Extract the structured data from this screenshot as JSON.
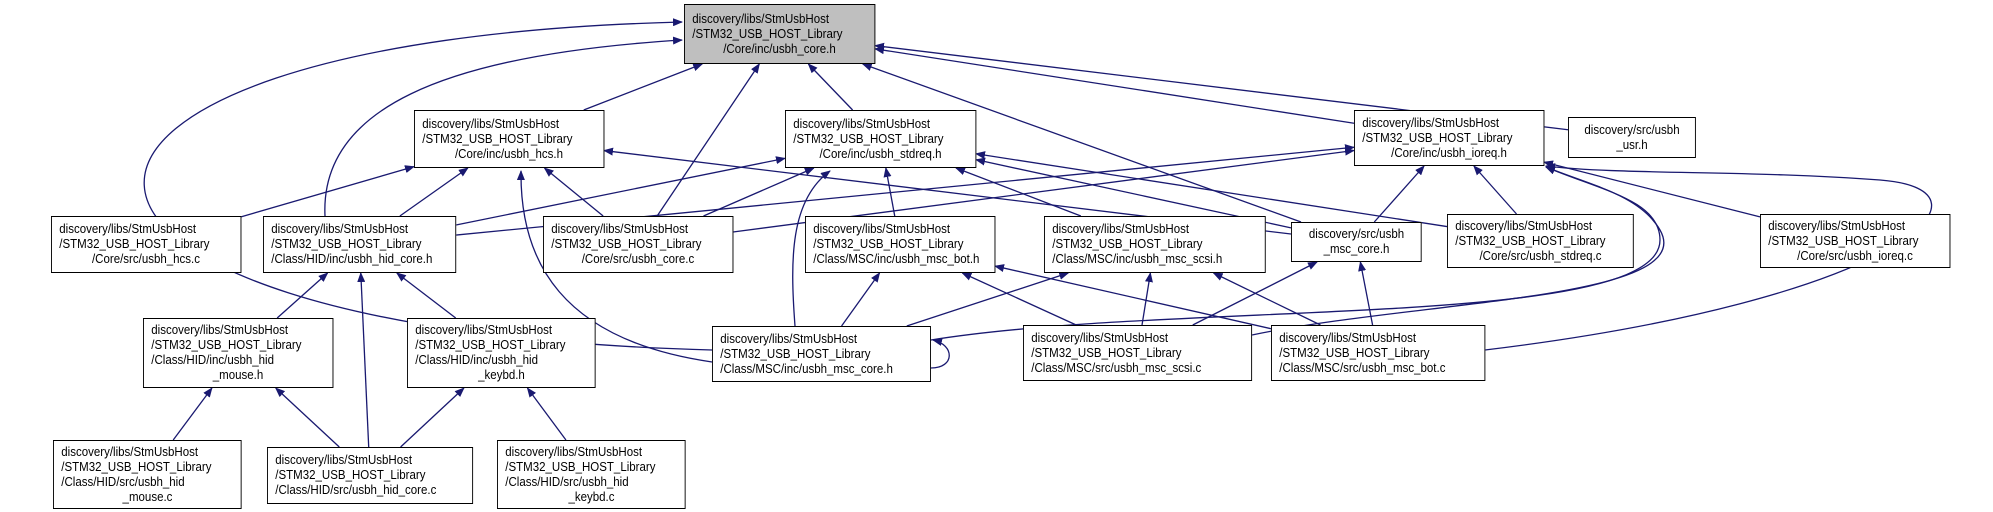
{
  "graph": {
    "edge_color": "#191970",
    "focus_fill": "#bfbfbf",
    "nodes": [
      {
        "id": "core_h",
        "lines": [
          "discovery/libs/StmUsbHost",
          "/STM32_USB_HOST_Library",
          "/Core/inc/usbh_core.h"
        ],
        "focus": true
      },
      {
        "id": "hcs_h",
        "lines": [
          "discovery/libs/StmUsbHost",
          "/STM32_USB_HOST_Library",
          "/Core/inc/usbh_hcs.h"
        ]
      },
      {
        "id": "stdreq_h",
        "lines": [
          "discovery/libs/StmUsbHost",
          "/STM32_USB_HOST_Library",
          "/Core/inc/usbh_stdreq.h"
        ]
      },
      {
        "id": "ioreq_h",
        "lines": [
          "discovery/libs/StmUsbHost",
          "/STM32_USB_HOST_Library",
          "/Core/inc/usbh_ioreq.h"
        ]
      },
      {
        "id": "usr_h",
        "lines": [
          "discovery/src/usbh",
          "_usr.h"
        ]
      },
      {
        "id": "hcs_c",
        "lines": [
          "discovery/libs/StmUsbHost",
          "/STM32_USB_HOST_Library",
          "/Core/src/usbh_hcs.c"
        ]
      },
      {
        "id": "hid_core_h",
        "lines": [
          "discovery/libs/StmUsbHost",
          "/STM32_USB_HOST_Library",
          "/Class/HID/inc/usbh_hid_core.h"
        ]
      },
      {
        "id": "core_c",
        "lines": [
          "discovery/libs/StmUsbHost",
          "/STM32_USB_HOST_Library",
          "/Core/src/usbh_core.c"
        ]
      },
      {
        "id": "msc_bot_h",
        "lines": [
          "discovery/libs/StmUsbHost",
          "/STM32_USB_HOST_Library",
          "/Class/MSC/inc/usbh_msc_bot.h"
        ]
      },
      {
        "id": "msc_scsi_h",
        "lines": [
          "discovery/libs/StmUsbHost",
          "/STM32_USB_HOST_Library",
          "/Class/MSC/inc/usbh_msc_scsi.h"
        ]
      },
      {
        "id": "src_msc_core_h",
        "lines": [
          "discovery/src/usbh",
          "_msc_core.h"
        ]
      },
      {
        "id": "stdreq_c",
        "lines": [
          "discovery/libs/StmUsbHost",
          "/STM32_USB_HOST_Library",
          "/Core/src/usbh_stdreq.c"
        ]
      },
      {
        "id": "ioreq_c",
        "lines": [
          "discovery/libs/StmUsbHost",
          "/STM32_USB_HOST_Library",
          "/Core/src/usbh_ioreq.c"
        ]
      },
      {
        "id": "hid_mouse_h",
        "lines": [
          "discovery/libs/StmUsbHost",
          "/STM32_USB_HOST_Library",
          "/Class/HID/inc/usbh_hid",
          "_mouse.h"
        ]
      },
      {
        "id": "hid_keybd_h",
        "lines": [
          "discovery/libs/StmUsbHost",
          "/STM32_USB_HOST_Library",
          "/Class/HID/inc/usbh_hid",
          "_keybd.h"
        ]
      },
      {
        "id": "msc_core_h",
        "lines": [
          "discovery/libs/StmUsbHost",
          "/STM32_USB_HOST_Library",
          "/Class/MSC/inc/usbh_msc_core.h"
        ]
      },
      {
        "id": "msc_scsi_c",
        "lines": [
          "discovery/libs/StmUsbHost",
          "/STM32_USB_HOST_Library",
          "/Class/MSC/src/usbh_msc_scsi.c"
        ]
      },
      {
        "id": "msc_bot_c",
        "lines": [
          "discovery/libs/StmUsbHost",
          "/STM32_USB_HOST_Library",
          "/Class/MSC/src/usbh_msc_bot.c"
        ]
      },
      {
        "id": "hid_mouse_c",
        "lines": [
          "discovery/libs/StmUsbHost",
          "/STM32_USB_HOST_Library",
          "/Class/HID/src/usbh_hid",
          "_mouse.c"
        ]
      },
      {
        "id": "hid_core_c",
        "lines": [
          "discovery/libs/StmUsbHost",
          "/STM32_USB_HOST_Library",
          "/Class/HID/src/usbh_hid_core.c"
        ]
      },
      {
        "id": "hid_keybd_c",
        "lines": [
          "discovery/libs/StmUsbHost",
          "/STM32_USB_HOST_Library",
          "/Class/HID/src/usbh_hid",
          "_keybd.c"
        ]
      }
    ],
    "edges": [
      [
        "hcs_h",
        "core_h"
      ],
      [
        "stdreq_h",
        "core_h"
      ],
      [
        "ioreq_h",
        "core_h"
      ],
      [
        "usr_h",
        "core_h"
      ],
      [
        "core_c",
        "core_h"
      ],
      [
        "hid_core_h",
        "core_h"
      ],
      [
        "msc_core_h",
        "core_h"
      ],
      [
        "src_msc_core_h",
        "core_h"
      ],
      [
        "hcs_c",
        "hcs_h"
      ],
      [
        "hid_core_h",
        "hcs_h"
      ],
      [
        "core_c",
        "hcs_h"
      ],
      [
        "msc_core_h",
        "hcs_h"
      ],
      [
        "src_msc_core_h",
        "hcs_h"
      ],
      [
        "hid_core_h",
        "stdreq_h"
      ],
      [
        "core_c",
        "stdreq_h"
      ],
      [
        "msc_bot_h",
        "stdreq_h"
      ],
      [
        "msc_scsi_h",
        "stdreq_h"
      ],
      [
        "msc_core_h",
        "stdreq_h"
      ],
      [
        "src_msc_core_h",
        "stdreq_h"
      ],
      [
        "stdreq_c",
        "stdreq_h"
      ],
      [
        "hid_core_h",
        "ioreq_h"
      ],
      [
        "core_c",
        "ioreq_h"
      ],
      [
        "src_msc_core_h",
        "ioreq_h"
      ],
      [
        "stdreq_c",
        "ioreq_h"
      ],
      [
        "ioreq_c",
        "ioreq_h"
      ],
      [
        "msc_core_h",
        "ioreq_h"
      ],
      [
        "msc_scsi_c",
        "ioreq_h"
      ],
      [
        "msc_bot_c",
        "ioreq_h"
      ],
      [
        "hid_mouse_h",
        "hid_core_h"
      ],
      [
        "hid_core_c",
        "hid_core_h"
      ],
      [
        "hid_keybd_h",
        "hid_core_h"
      ],
      [
        "hid_mouse_c",
        "hid_mouse_h"
      ],
      [
        "hid_core_c",
        "hid_mouse_h"
      ],
      [
        "hid_core_c",
        "hid_keybd_h"
      ],
      [
        "hid_keybd_c",
        "hid_keybd_h"
      ],
      [
        "msc_core_h",
        "msc_bot_h"
      ],
      [
        "msc_scsi_c",
        "msc_bot_h"
      ],
      [
        "msc_bot_c",
        "msc_bot_h"
      ],
      [
        "msc_core_h",
        "msc_scsi_h"
      ],
      [
        "msc_scsi_c",
        "msc_scsi_h"
      ],
      [
        "msc_bot_c",
        "msc_scsi_h"
      ],
      [
        "msc_scsi_c",
        "src_msc_core_h"
      ],
      [
        "msc_bot_c",
        "src_msc_core_h"
      ],
      [
        "msc_core_h",
        "msc_core_h"
      ]
    ]
  }
}
